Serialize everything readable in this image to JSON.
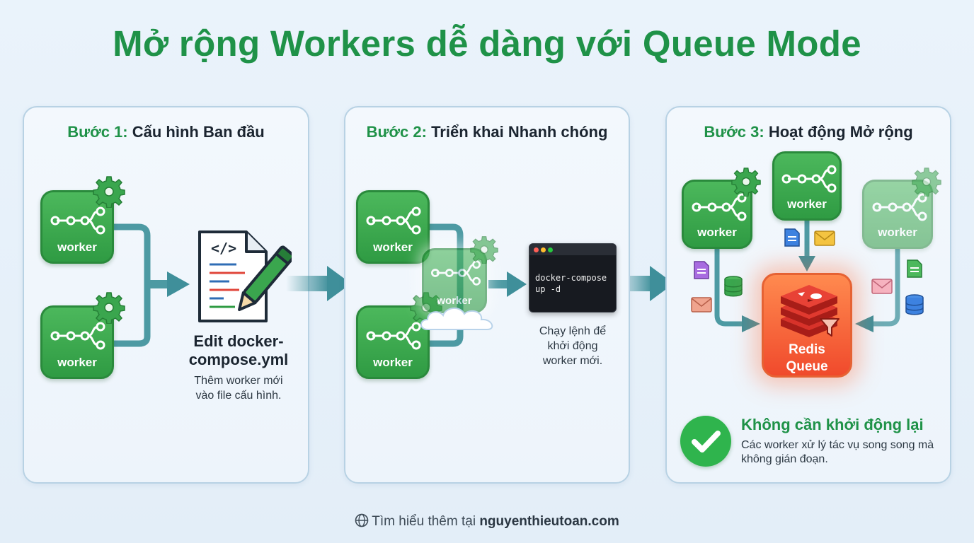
{
  "title": "Mở rộng Workers dễ dàng với Queue Mode",
  "steps": [
    {
      "step": "Bước 1:",
      "name": "Cấu hình Ban đầu"
    },
    {
      "step": "Bước 2:",
      "name": "Triển khai Nhanh chóng"
    },
    {
      "step": "Bước 3:",
      "name": "Hoạt động Mở rộng"
    }
  ],
  "worker_label": "worker",
  "step1": {
    "file_title_line1": "Edit docker-",
    "file_title_line2": "compose.yml",
    "file_desc_line1": "Thêm worker mới",
    "file_desc_line2": "vào file cấu hình.",
    "code_symbol": "</>"
  },
  "step2": {
    "command": "docker-compose\nup -d",
    "desc_line1": "Chạy lệnh để",
    "desc_line2": "khởi động",
    "desc_line3": "worker mới."
  },
  "step3": {
    "queue_line1": "Redis",
    "queue_line2": "Queue",
    "no_restart_title": "Không cần khởi động lại",
    "no_restart_desc": "Các worker xử lý tác vụ song song mà không gián đoạn."
  },
  "footer": {
    "prefix": "Tìm hiểu thêm tại ",
    "site": "nguyenthieutoan.com"
  },
  "colors": {
    "accent_green": "#1f9248",
    "worker_green": "#3aa64e",
    "arrow_teal": "#3f8f9a",
    "redis_orange": "#f05a33"
  }
}
